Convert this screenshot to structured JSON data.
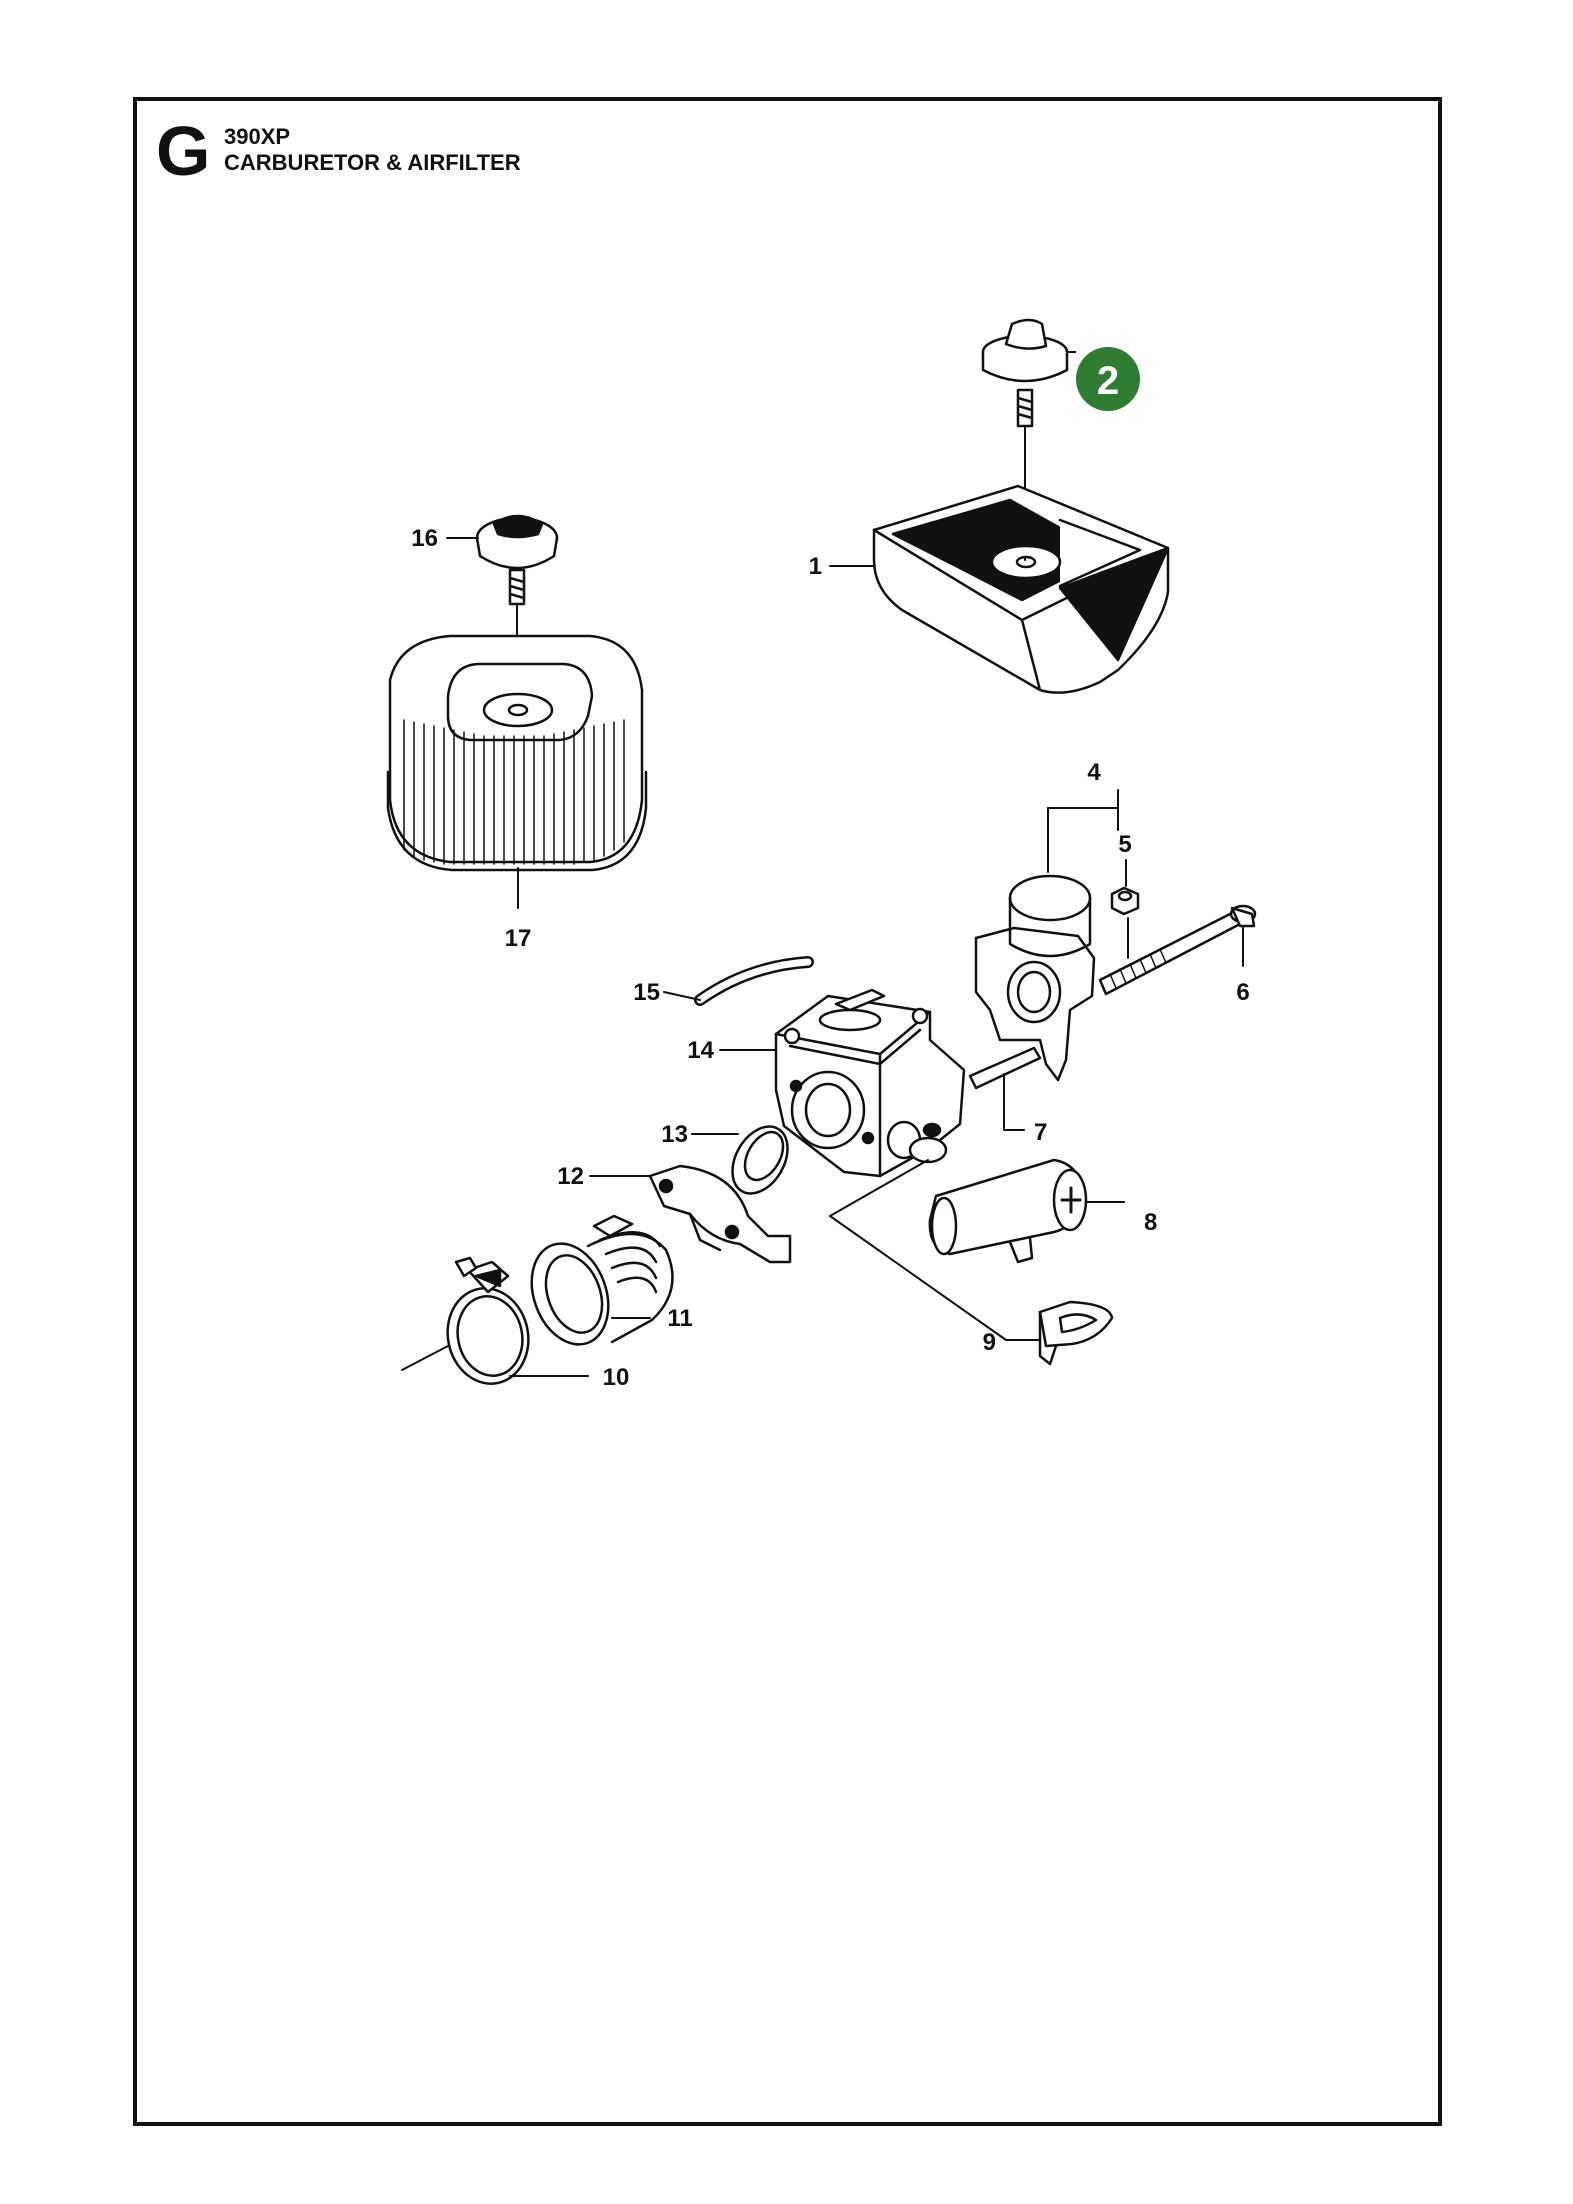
{
  "header": {
    "section_letter": "G",
    "model": "390XP",
    "title": "CARBURETOR & AIRFILTER"
  },
  "colors": {
    "ink": "#111111",
    "badge": "#2e7d32"
  },
  "highlight": {
    "label": "2"
  },
  "parts": [
    {
      "id": "p1",
      "label": "1"
    },
    {
      "id": "p4",
      "label": "4"
    },
    {
      "id": "p5",
      "label": "5"
    },
    {
      "id": "p6",
      "label": "6"
    },
    {
      "id": "p7",
      "label": "7"
    },
    {
      "id": "p8",
      "label": "8"
    },
    {
      "id": "p9",
      "label": "9"
    },
    {
      "id": "p10",
      "label": "10"
    },
    {
      "id": "p11",
      "label": "11"
    },
    {
      "id": "p12",
      "label": "12"
    },
    {
      "id": "p13",
      "label": "13"
    },
    {
      "id": "p14",
      "label": "14"
    },
    {
      "id": "p15",
      "label": "15"
    },
    {
      "id": "p16",
      "label": "16"
    },
    {
      "id": "p17",
      "label": "17"
    }
  ]
}
